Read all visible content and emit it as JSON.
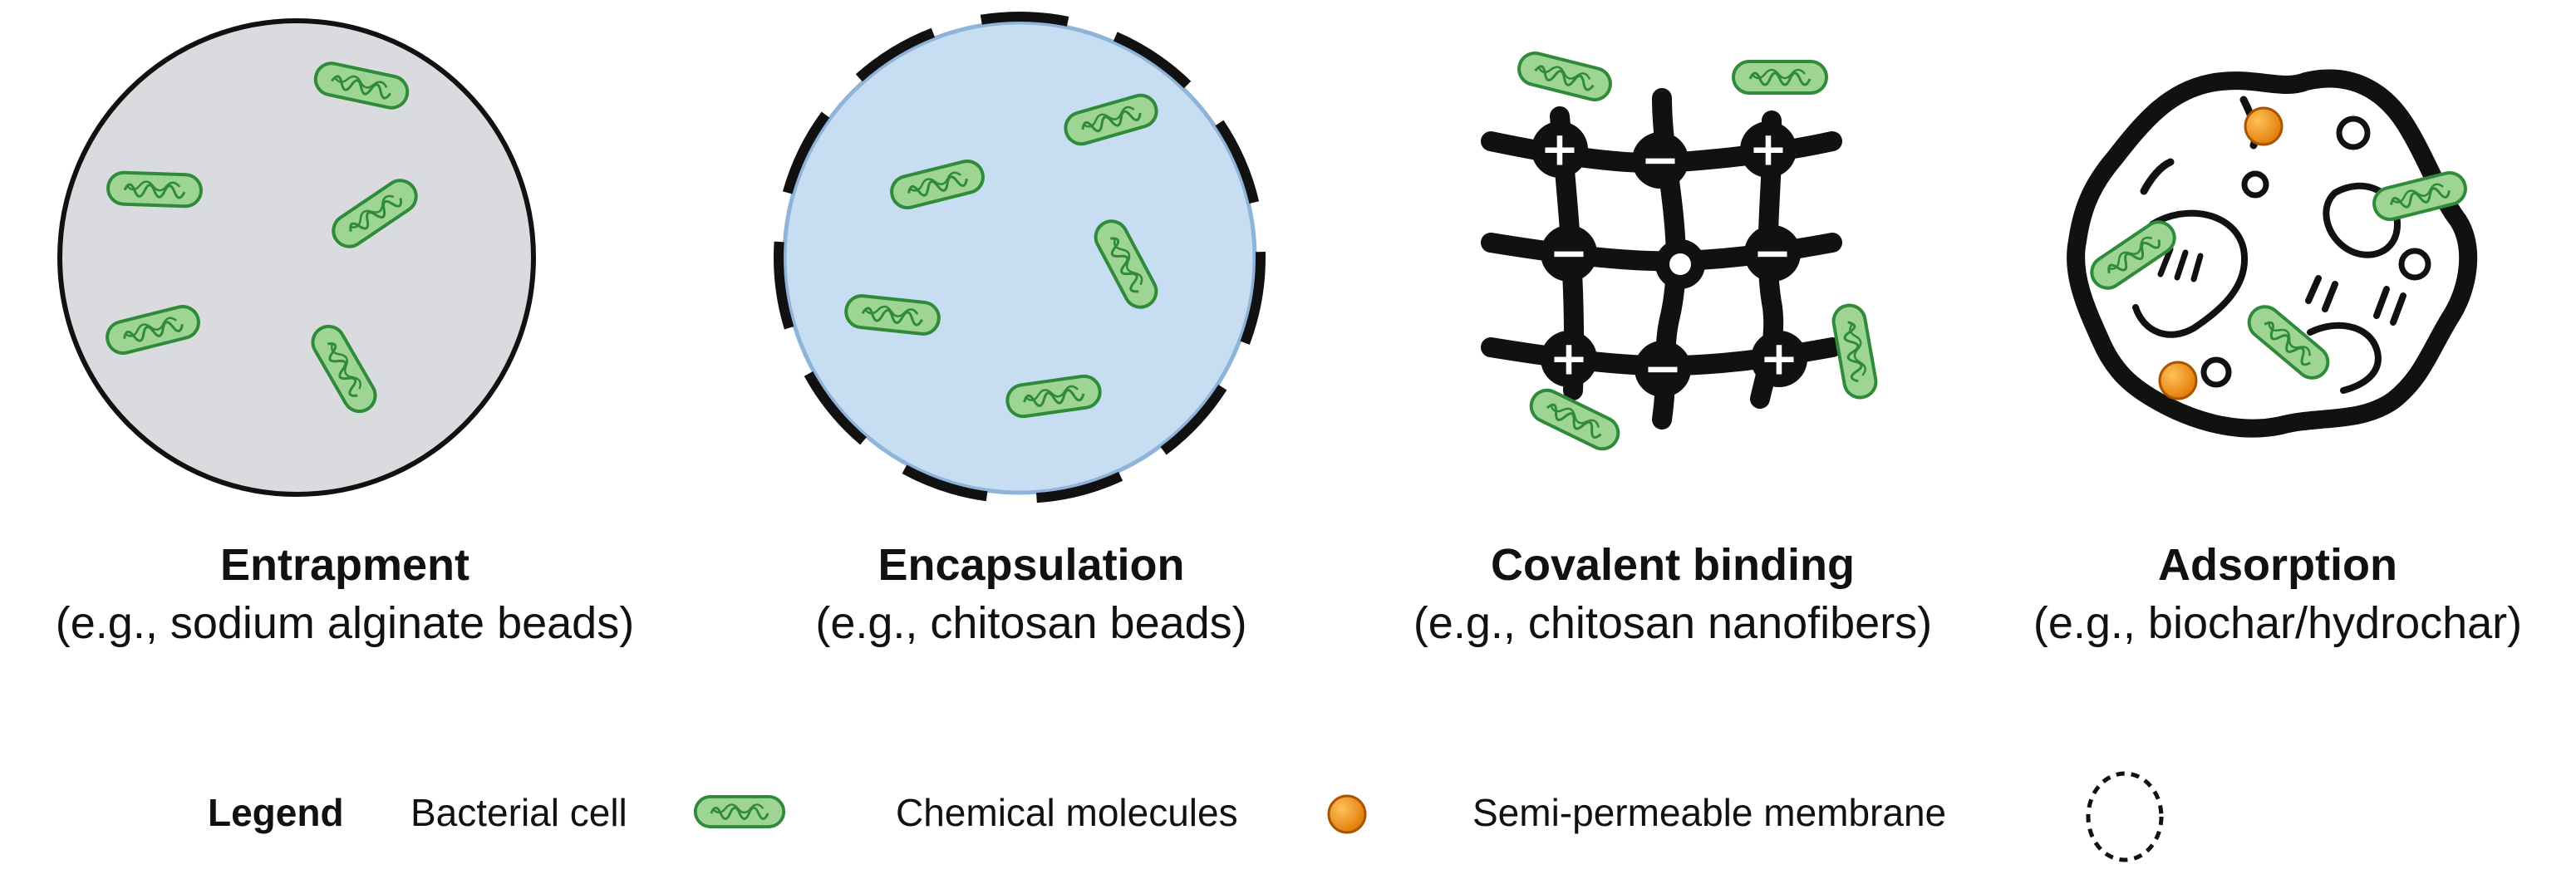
{
  "methods": [
    {
      "title": "Entrapment",
      "subtitle": "(e.g., sodium alginate beads)"
    },
    {
      "title": "Encapsulation",
      "subtitle": "(e.g., chitosan beads)"
    },
    {
      "title": "Covalent binding",
      "subtitle": "(e.g., chitosan nanofibers)"
    },
    {
      "title": "Adsorption",
      "subtitle": "(e.g., biochar/hydrochar)"
    }
  ],
  "legend": {
    "title": "Legend",
    "bacterial_cell": "Bacterial cell",
    "chemical_molecules": "Chemical molecules",
    "semi_permeable_membrane": "Semi-permeable membrane"
  },
  "symbols": {
    "positive": "+",
    "negative": "−"
  },
  "colors": {
    "entrapment_fill": "#d9dbdf",
    "encapsulation_fill": "#c7ddf1",
    "encapsulation_edge": "#8fb4da",
    "bacteria_fill": "#9ed494",
    "bacteria_stroke": "#2f8a3a",
    "molecule": "#f08a12",
    "outline": "#111111"
  }
}
